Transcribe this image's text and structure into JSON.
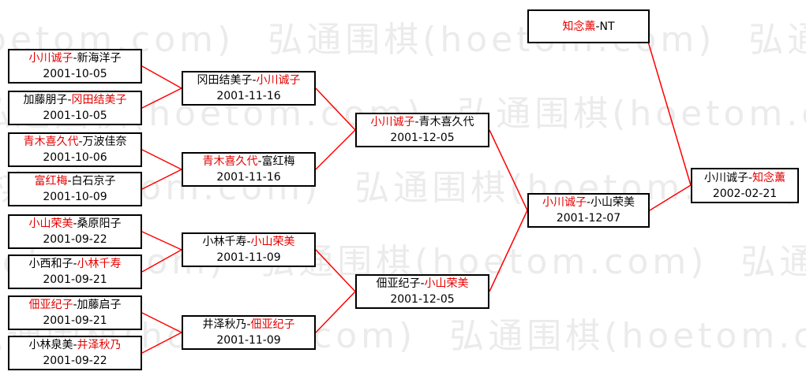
{
  "watermark": {
    "text": "弘通围棋(hoetom.com)",
    "color": "#ebebeb"
  },
  "sep": "-",
  "colors": {
    "win": "#e60000",
    "line": "#ff0000",
    "border": "#000000",
    "background": "#ffffff"
  },
  "rounds": {
    "r1": [
      {
        "p1": "小川诚子",
        "p1c": "win",
        "p2": "新海洋子",
        "p2c": "",
        "date": "2001-10-05"
      },
      {
        "p1": "加藤朋子",
        "p1c": "",
        "p2": "冈田结美子",
        "p2c": "win",
        "date": "2001-10-05"
      },
      {
        "p1": "青木喜久代",
        "p1c": "win",
        "p2": "万波佳奈",
        "p2c": "",
        "date": "2001-10-06"
      },
      {
        "p1": "富红梅",
        "p1c": "win",
        "p2": "白石京子",
        "p2c": "",
        "date": "2001-10-09"
      },
      {
        "p1": "小山荣美",
        "p1c": "win",
        "p2": "桑原阳子",
        "p2c": "",
        "date": "2001-09-22"
      },
      {
        "p1": "小西和子",
        "p1c": "",
        "p2": "小林千寿",
        "p2c": "win",
        "date": "2001-09-21"
      },
      {
        "p1": "佃亚纪子",
        "p1c": "win",
        "p2": "加藤启子",
        "p2c": "",
        "date": "2001-09-21"
      },
      {
        "p1": "小林泉美",
        "p1c": "",
        "p2": "井泽秋乃",
        "p2c": "win",
        "date": "2001-09-22"
      }
    ],
    "r2": [
      {
        "p1": "冈田结美子",
        "p1c": "",
        "p2": "小川诚子",
        "p2c": "win",
        "date": "2001-11-16"
      },
      {
        "p1": "青木喜久代",
        "p1c": "win",
        "p2": "富红梅",
        "p2c": "",
        "date": "2001-11-16"
      },
      {
        "p1": "小林千寿",
        "p1c": "",
        "p2": "小山荣美",
        "p2c": "win",
        "date": "2001-11-09"
      },
      {
        "p1": "井泽秋乃",
        "p1c": "",
        "p2": "佃亚纪子",
        "p2c": "win",
        "date": "2001-11-09"
      }
    ],
    "r3": [
      {
        "p1": "小川诚子",
        "p1c": "win",
        "p2": "青木喜久代",
        "p2c": "",
        "date": "2001-12-05"
      },
      {
        "p1": "佃亚纪子",
        "p1c": "",
        "p2": "小山荣美",
        "p2c": "win",
        "date": "2001-12-05"
      }
    ],
    "final": {
      "p1": "小川诚子",
      "p1c": "win",
      "p2": "小山荣美",
      "p2c": "",
      "date": "2001-12-07"
    },
    "holder": {
      "p1": "知念薰",
      "p1c": "win",
      "p2": "NT",
      "p2c": ""
    },
    "title": {
      "p1": "小川诚子",
      "p1c": "",
      "p2": "知念薰",
      "p2c": "win",
      "date": "2002-02-21"
    }
  },
  "edges": [
    [
      180,
      84,
      230,
      112
    ],
    [
      180,
      137,
      230,
      112
    ],
    [
      180,
      190,
      230,
      215
    ],
    [
      180,
      240,
      230,
      215
    ],
    [
      180,
      294,
      230,
      317
    ],
    [
      180,
      345,
      230,
      317
    ],
    [
      180,
      397,
      230,
      422
    ],
    [
      180,
      448,
      230,
      422
    ],
    [
      400,
      112,
      450,
      165
    ],
    [
      400,
      215,
      450,
      165
    ],
    [
      400,
      317,
      450,
      370
    ],
    [
      400,
      422,
      450,
      370
    ],
    [
      620,
      165,
      668,
      267
    ],
    [
      620,
      370,
      668,
      267
    ],
    [
      823,
      267,
      875,
      235
    ],
    [
      821,
      53,
      875,
      235
    ]
  ]
}
